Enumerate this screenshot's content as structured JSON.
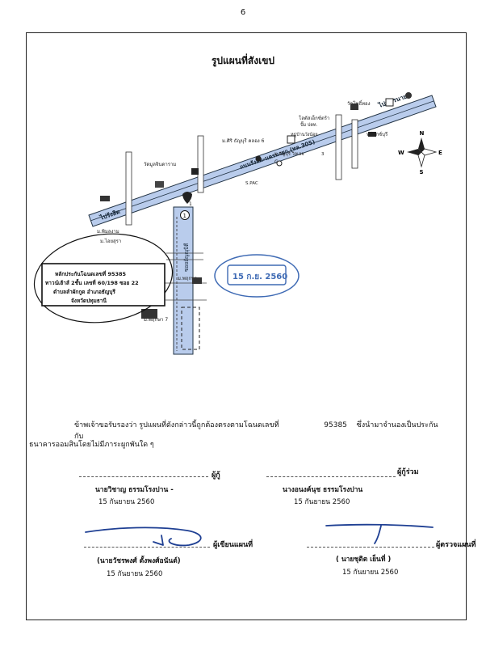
{
  "page": {
    "number": "6",
    "title": "รูปแผนที่สังเขป"
  },
  "map": {
    "roads": {
      "main": "ถนนรังสิต-นครนายก (ทล.305)",
      "direction_left": "ไปรังสิต",
      "direction_right": "ไปนครนายก",
      "soi": "ซอยอัญญุบิตี"
    },
    "places": [
      "วัดมูลจินดาราม",
      "ม.พิมลงาม",
      "ม.ศิริ ธัญบุรี คลอง 6",
      "โลตัสเอ็กซ์ตร้า",
      "ม.ไอยสุรา",
      "วัดโพธิ์ทอง",
      "พรีฟิกซ์บุรี",
      "ม.พฤกษา",
      "ม.พฤกษา 7",
      "หมู่บ้านวังน้อย",
      "ม.ธัญบุรี วิลเลจ",
      "ปั๊ม ปตท.",
      "3",
      "G",
      "S.PAC"
    ],
    "marker": {
      "text": "1",
      "pin": "1"
    },
    "stamp_text": "15 ก.ย. 2560",
    "deed_box": {
      "line1": "หลักประกันโฉนดเลขที่  95385",
      "line2": "ทาวน์เฮ้าส์ 2ชั้น เลขที่  60/198 ซอย 22",
      "line3": "ตำบลลำผักกูด  อำเภอธัญบุรี",
      "line4": "จังหวัดปทุมธานี"
    },
    "compass": {
      "n": "N",
      "s": "S",
      "e": "E",
      "w": "W"
    }
  },
  "certification": {
    "line1_a": "ข้าพเจ้าขอรับรองว่า  รูปแผนที่ดังกล่าวนี้ถูกต้องตรงตามโฉนดเลขที่",
    "line1_b": "95385",
    "line1_c": "ซึ่งนำมาจำนองเป็นประกันกับ",
    "line2": "ธนาคารออมสินโดยไม่มีภาระผูกพันใด ๆ"
  },
  "signatures": {
    "borrower": {
      "role": "ผู้กู้",
      "name": "นายวิชาญ  ธรรมโรงปาน   -",
      "date": "15   กันยายน  2560"
    },
    "co_borrower": {
      "role": "ผู้กู้ร่วม",
      "name": "นางอนงค์นุช  ธรรมโรงปาน",
      "date": "15   กันยายน  2560"
    },
    "drafter": {
      "role": "ผู้เขียนแผนที่",
      "name": "(นายวัชรพงศ์  ตั้งพงศ์อนันต์)",
      "date": "15   กันยายน  2560"
    },
    "inspector": {
      "role": "ผู้ตรวจแผนที่",
      "name": "( นายชุติต  เย็นที่ )",
      "date": "15   กันยายน  2560"
    }
  },
  "colors": {
    "road": "#b9ccec",
    "ink": "#1e3f93",
    "stamp": "#3e6ab4"
  }
}
